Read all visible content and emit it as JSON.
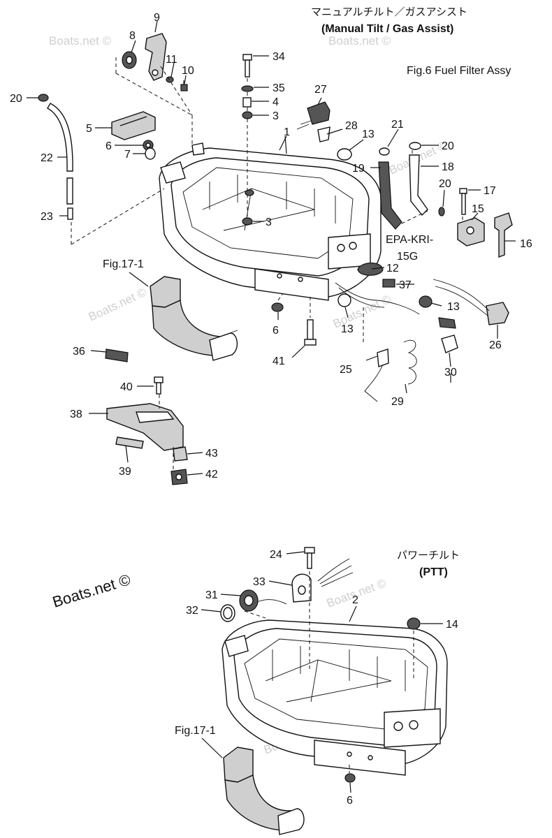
{
  "header": {
    "manual_tilt_jp": "マニュアルチルト／ガスアシスト",
    "manual_tilt_en": "(Manual Tilt / Gas Assist)",
    "fuel_filter": "Fig.6 Fuel Filter Assy",
    "ptt_jp": "パワーチルト",
    "ptt_en": "(PTT)"
  },
  "refs": {
    "fig17_top": "Fig.17-1",
    "fig17_bottom": "Fig.17-1",
    "epa_line1": "EPA-KRI-",
    "epa_line2": "15G"
  },
  "watermarks": {
    "w1": "Boats.net ©",
    "w2": "Boats.net ©",
    "w3": "Boats.net ©",
    "w4": "Boats.net ©",
    "w5": "Boats.net ©",
    "w6": "Boats.net ©",
    "w7": "Boats.net ©",
    "main": "Boats.net ©"
  },
  "callouts": {
    "c1": "1",
    "c2": "2",
    "c3a": "3",
    "c3b": "3",
    "c4": "4",
    "c5": "5",
    "c6a": "6",
    "c6b": "6",
    "c6c": "6",
    "c7": "7",
    "c8": "8",
    "c9": "9",
    "c10": "10",
    "c11": "11",
    "c12": "12",
    "c13a": "13",
    "c13b": "13",
    "c13c": "13",
    "c14": "14",
    "c15": "15",
    "c16": "16",
    "c17": "17",
    "c18": "18",
    "c19": "19",
    "c20a": "20",
    "c20b": "20",
    "c20c": "20",
    "c21": "21",
    "c22": "22",
    "c23": "23",
    "c24": "24",
    "c25": "25",
    "c26": "26",
    "c27": "27",
    "c28": "28",
    "c29": "29",
    "c30": "30",
    "c31": "31",
    "c32": "32",
    "c33": "33",
    "c34": "34",
    "c35": "35",
    "c36": "36",
    "c37": "37",
    "c38": "38",
    "c39": "39",
    "c40": "40",
    "c41": "41",
    "c42": "42",
    "c43": "43"
  }
}
